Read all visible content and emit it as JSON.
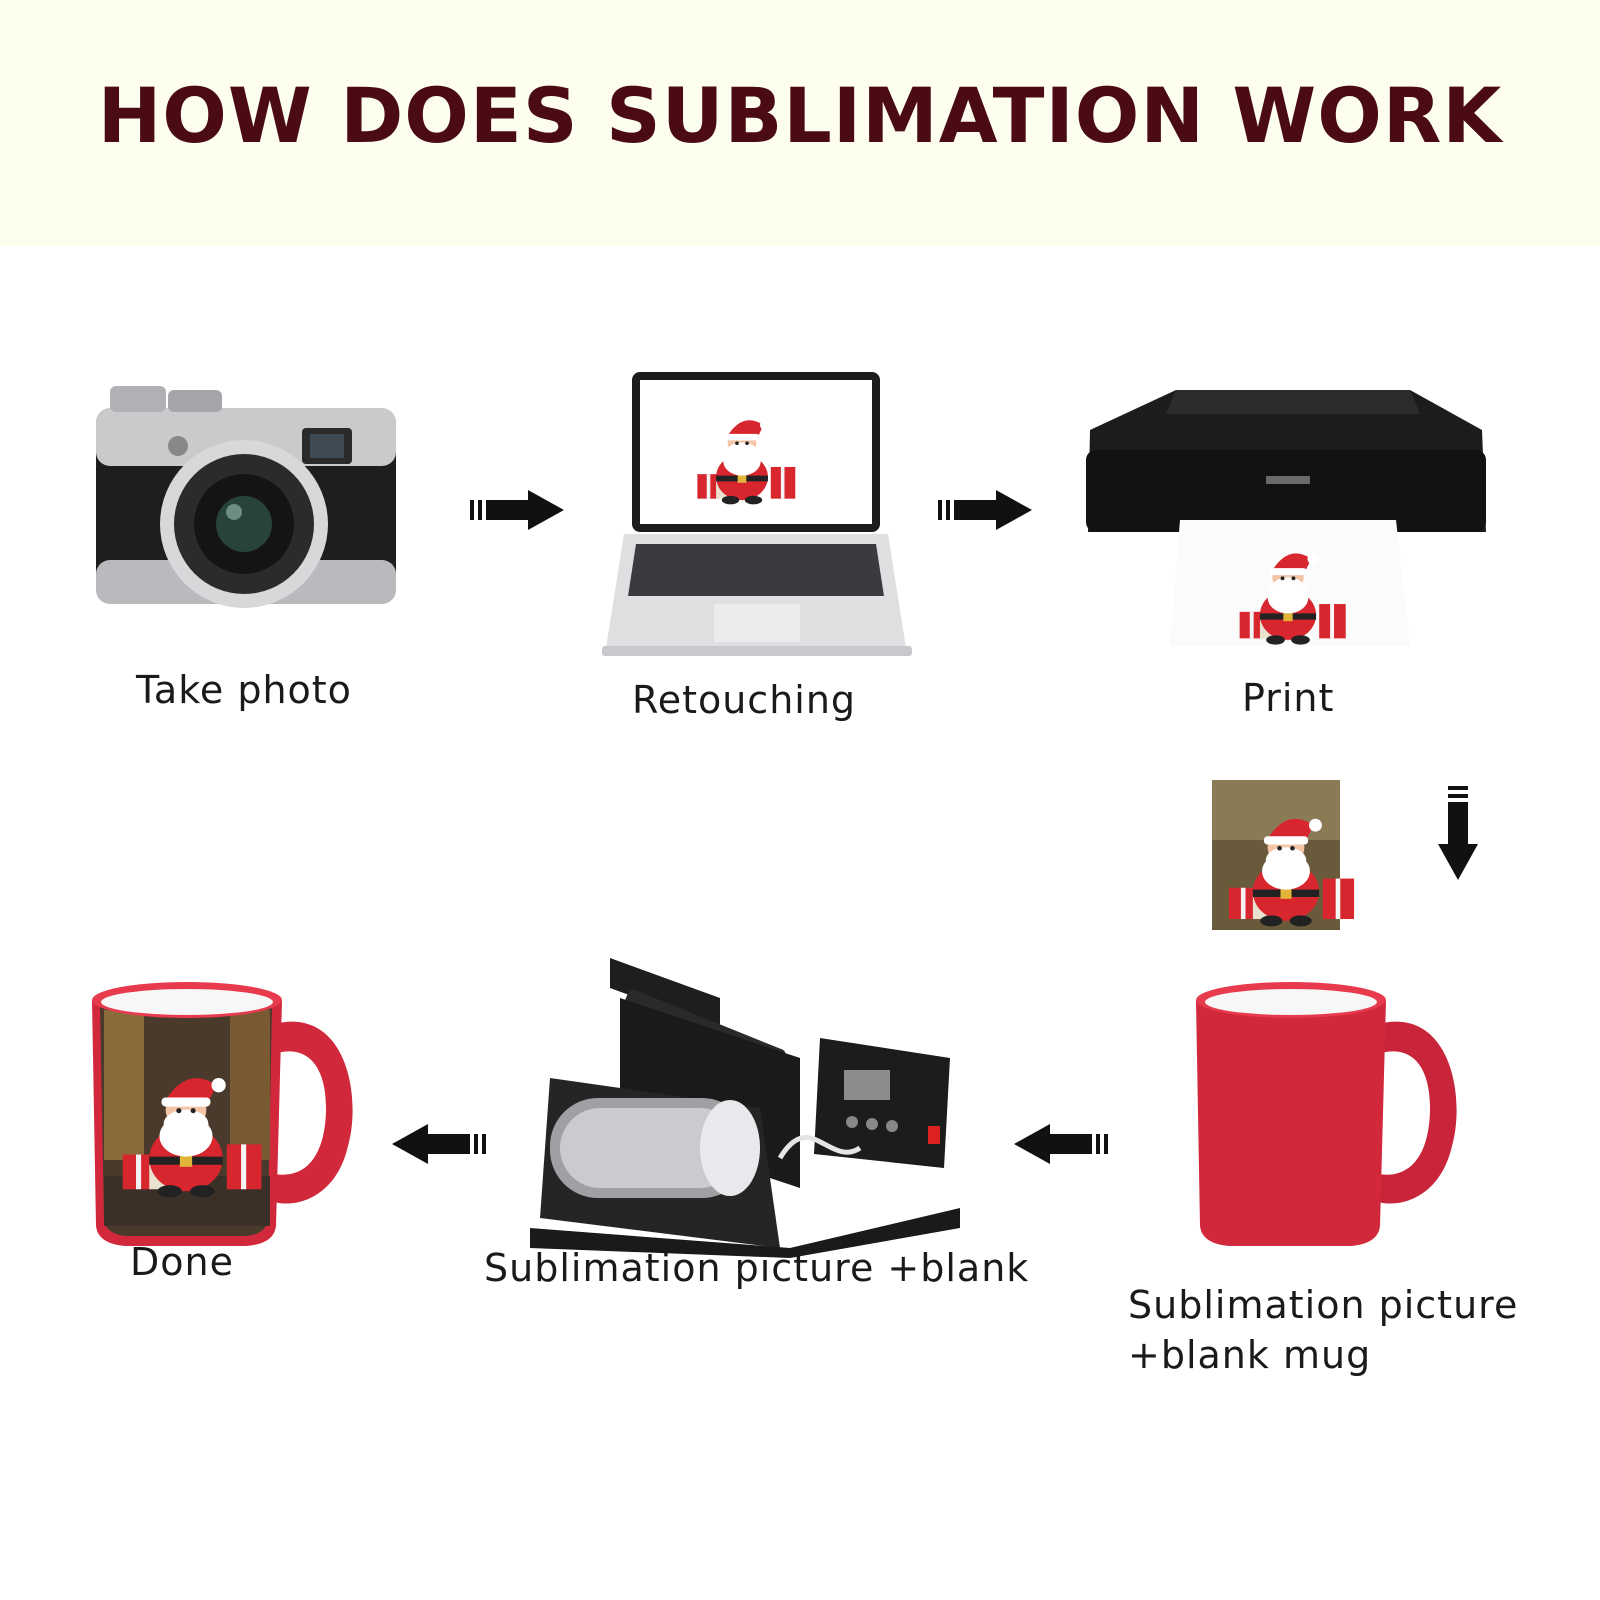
{
  "header": {
    "title": "HOW DOES SUBLIMATION WORK"
  },
  "steps": [
    {
      "label": "Take photo",
      "icon": "camera-icon"
    },
    {
      "label": "Retouching",
      "icon": "laptop-icon"
    },
    {
      "label": "Print",
      "icon": "printer-icon"
    },
    {
      "label": "Sublimation picture +blank mug",
      "icon": "blank-mug-icon"
    },
    {
      "label": "Sublimation picture +blank",
      "icon": "heat-press-icon"
    },
    {
      "label": "Done",
      "icon": "printed-mug-icon"
    }
  ],
  "colors": {
    "title": "#4a0b14",
    "banner": "#fdfeee",
    "mug_red": "#d1283b",
    "santa_red": "#d7262e"
  }
}
